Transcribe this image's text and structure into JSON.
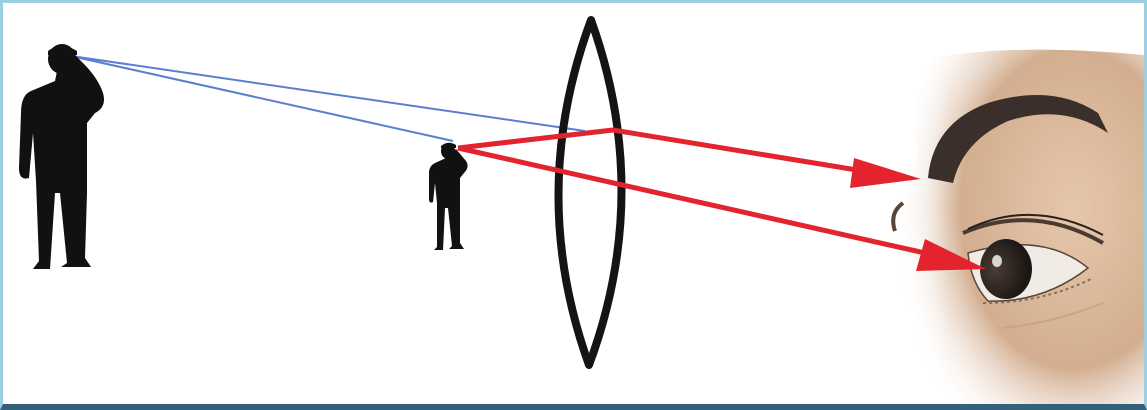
{
  "diagram": {
    "colors": {
      "background": "#ffffff",
      "border": "#9ccfe2",
      "bottom_band": "#34617a",
      "sight_lines": "#5b7fd0",
      "light_rays": "#e3242f",
      "lens": "#141414",
      "silhouette": "#111111",
      "skin": "#d8b79b",
      "brow": "#3a2f2a",
      "iris": "#2a2420"
    },
    "elements": [
      {
        "name": "distant-figure",
        "icon": "person-silhouette-icon"
      },
      {
        "name": "near-figure",
        "icon": "person-silhouette-icon"
      },
      {
        "name": "convex-lens",
        "icon": "biconvex-lens-icon"
      },
      {
        "name": "observer-eye",
        "icon": "eye-icon"
      }
    ],
    "rays": [
      {
        "name": "sight-line-to-lens",
        "color": "sight_lines"
      },
      {
        "name": "sight-line-to-near-figure",
        "color": "sight_lines"
      },
      {
        "name": "refracted-ray-to-brow",
        "color": "light_rays",
        "arrow": true
      },
      {
        "name": "refracted-ray-to-eye",
        "color": "light_rays",
        "arrow": true
      }
    ]
  }
}
